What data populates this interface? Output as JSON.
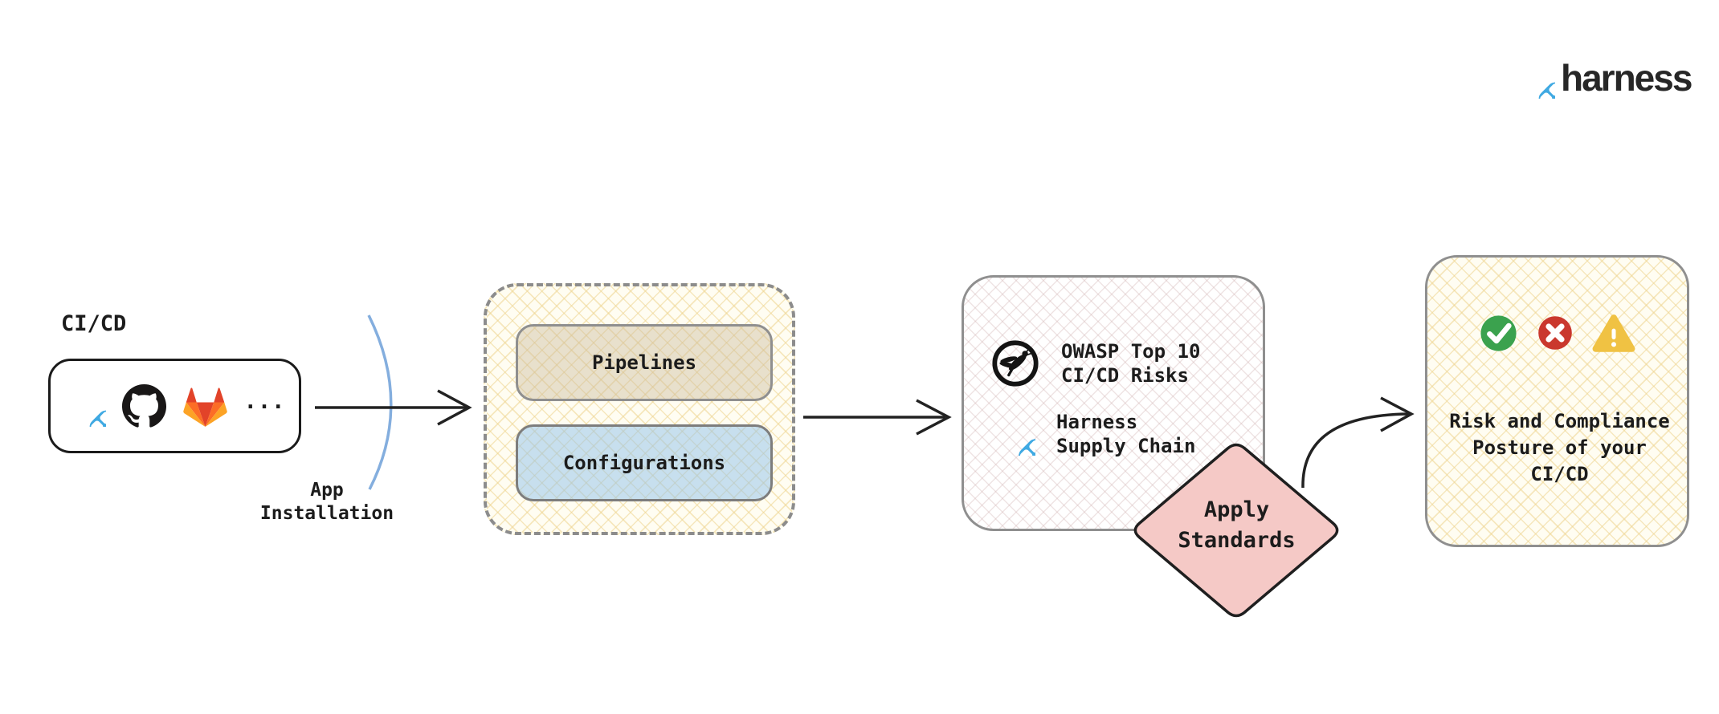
{
  "header": {
    "brand": "harness",
    "logo_icon": "harness-logo-icon"
  },
  "source": {
    "label": "CI/CD",
    "icons": [
      "harness-icon",
      "github-icon",
      "gitlab-icon"
    ],
    "more": "..."
  },
  "annotation": {
    "app_installation": "App Installation"
  },
  "group": {
    "pipelines": "Pipelines",
    "configurations": "Configurations"
  },
  "standards": {
    "owasp_icon": "owasp-icon",
    "owasp_line1": "OWASP Top 10",
    "owasp_line2": "CI/CD Risks",
    "harness_icon": "harness-icon",
    "harness_line1": "Harness",
    "harness_line2": "Supply Chain"
  },
  "decision": {
    "line1": "Apply",
    "line2": "Standards"
  },
  "result": {
    "icons": [
      "check-icon",
      "cross-icon",
      "warning-icon"
    ],
    "text": "Risk and Compliance Posture of your CI/CD"
  },
  "colors": {
    "brand_blue": "#3FA9E2",
    "diamond_pink": "#F5C9C6",
    "pipelines_beige": "#EFE8DC",
    "configurations_blue": "#CFE3F2",
    "success_green": "#3BA24E",
    "error_red": "#CA382E",
    "warning_amber": "#F0C243",
    "gitlab_red": "#E24329",
    "gitlab_orange": "#FC6D26",
    "gitlab_light_orange": "#FCA326",
    "arc_blue": "#84AEDE",
    "arrow_black": "#222222"
  }
}
